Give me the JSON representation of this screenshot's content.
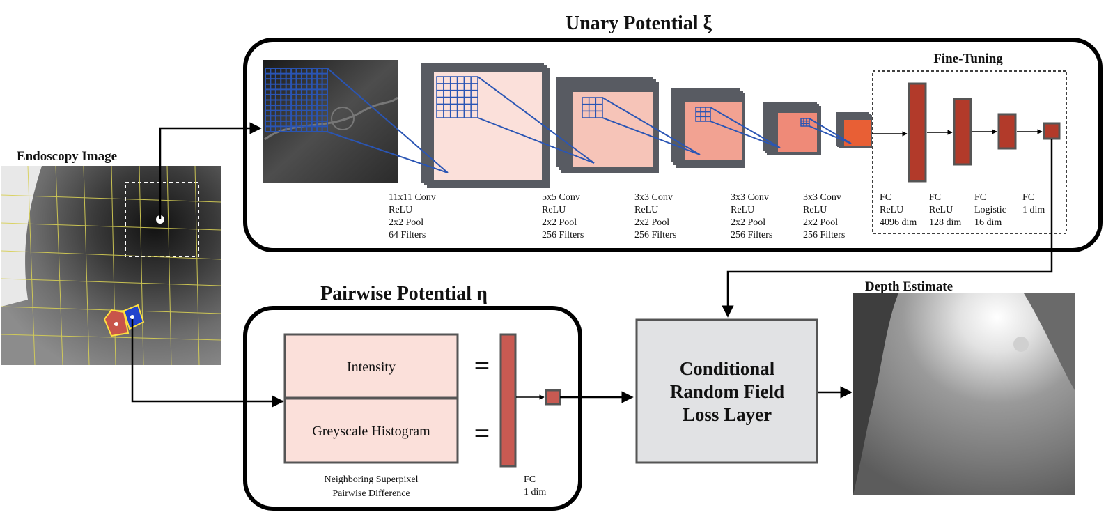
{
  "titles": {
    "unary": "Unary Potential ξ",
    "pairwise": "Pairwise Potential η",
    "endoscopy": "Endoscopy Image",
    "fine_tuning": "Fine-Tuning",
    "depth": "Depth Estimate"
  },
  "conv_layers": [
    [
      "11x11 Conv",
      "ReLU",
      "2x2 Pool",
      "64 Filters"
    ],
    [
      "5x5 Conv",
      "ReLU",
      "2x2 Pool",
      "256 Filters"
    ],
    [
      "3x3 Conv",
      "ReLU",
      "2x2 Pool",
      "256 Filters"
    ],
    [
      "3x3 Conv",
      "ReLU",
      "2x2 Pool",
      "256 Filters"
    ],
    [
      "3x3 Conv",
      "ReLU",
      "2x2 Pool",
      "256 Filters"
    ]
  ],
  "fc_layers": [
    [
      "FC",
      "ReLU",
      "4096 dim"
    ],
    [
      "FC",
      "ReLU",
      "128 dim"
    ],
    [
      "FC",
      "Logistic",
      "16 dim"
    ],
    [
      "FC",
      "1 dim"
    ]
  ],
  "pairwise": {
    "features": [
      "Intensity",
      "Greyscale Histogram"
    ],
    "equals": "=",
    "caption": [
      "Neighboring Superpixel",
      "Pairwise Difference"
    ],
    "fc": [
      "FC",
      "1 dim"
    ]
  },
  "crf": [
    "Conditional",
    "Random Field",
    "Loss Layer"
  ],
  "colors": {
    "frame": "#000000",
    "conv_arrow": "#2a55b4",
    "fc_bar": "#b23a2a",
    "pair_bar": "#c85a52",
    "stack_grey": "#585b62",
    "crf_fill": "#e1e2e4",
    "feature_fill": "#fbe0da"
  }
}
